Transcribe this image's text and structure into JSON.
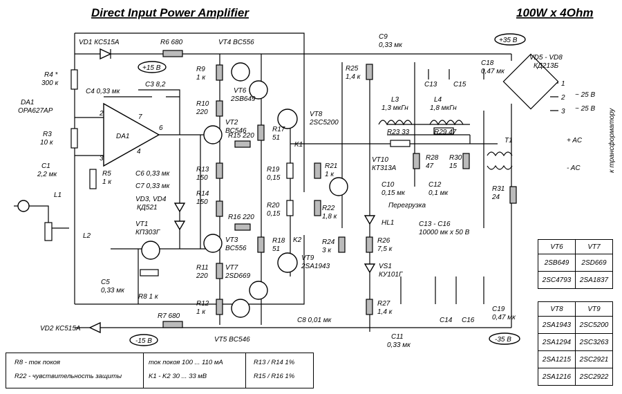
{
  "title": "Direct Input Power Amplifier",
  "subtitle": "100W x 4Ohm",
  "labels": {
    "vd1": "VD1  КС515А",
    "r6": "R6  680",
    "vt4": "VT4  BC556",
    "c9a": "C9",
    "c9b": "0,33 мк",
    "p35": "+35 В",
    "vd58a": "VD5 - VD8",
    "vd58b": "КД213Б",
    "r4a": "R4 *",
    "r4b": "300 к",
    "p15": "+15 В",
    "c4": "C4  0,33 мк",
    "c3": "C3  8,2",
    "r9a": "R9",
    "r9b": "1 к",
    "vt6a": "VT6",
    "vt6b": "2SB649",
    "r25a": "R25",
    "r25b": "1,4 к",
    "c18a": "C18",
    "c18b": "0,47 мк",
    "c13": "C13",
    "c15": "C15",
    "da1a": "DA1",
    "da1b": "OPA627AP",
    "da1c": "DA1",
    "r10a": "R10",
    "r10b": "220",
    "vt2a": "VT2",
    "vt2b": "BC546",
    "vt8a": "VT8",
    "vt8b": "2SC5200",
    "l3a": "L3",
    "l3b": "1,3 мкГн",
    "l4a": "L4",
    "l4b": "1,8 мкГн",
    "r23": "R23  33",
    "r29": "R29  47",
    "o1": "1",
    "o2": "2",
    "o3": "3",
    "o25a": "~ 25 В",
    "o25b": "~ 25 В",
    "side": "к трансформатору",
    "r3a": "R3",
    "r3b": "10 к",
    "r17a": "R17",
    "r17b": "51",
    "r15": "R15  220",
    "k1": "K1",
    "t1": "T1",
    "ac1": "+ AC",
    "ac2": "- AC",
    "c1a": "C1",
    "c1b": "2,2 мк",
    "r5a": "R5",
    "r5b": "1 к",
    "c6": "C6  0,33 мк",
    "c7": "C7  0,33 мк",
    "r13a": "R13",
    "r13b": "150",
    "r19a": "R19",
    "r19b": "0,15",
    "r21a": "R21",
    "r21b": "1 к",
    "vt10a": "VT10",
    "vt10b": "КТ313А",
    "r28a": "R28",
    "r28b": "47",
    "r30a": "R30",
    "r30b": "15",
    "c10a": "C10",
    "c10b": "0,15 мк",
    "c12a": "C12",
    "c12b": "0,1 мк",
    "r31a": "R31",
    "r31b": "24",
    "l1": "L1",
    "vd34a": "VD3, VD4",
    "vd34b": "КД521",
    "r14a": "R14",
    "r14b": "150",
    "r20a": "R20",
    "r20b": "0,15",
    "r22a": "R22",
    "r22b": "1,8 к",
    "overload": "Перегрузка",
    "vt1a": "VT1",
    "vt1b": "КП303Г",
    "r16": "R16  220",
    "hl1": "HL1",
    "c1316a": "C13 - C16",
    "c1316b": "10000 мк x 50 В",
    "l2": "L2",
    "k2": "K2",
    "vt3a": "VT3",
    "vt3b": "BC556",
    "r18a": "R18",
    "r18b": "51",
    "r24a": "R24",
    "r24b": "3 к",
    "r26a": "R26",
    "r26b": "7,5 к",
    "r11a": "R11",
    "r11b": "220",
    "vt7a": "VT7",
    "vt7b": "2SD669",
    "vt9a": "VT9",
    "vt9b": "2SA1943",
    "vs1a": "VS1",
    "vs1b": "КУ101Г",
    "c5a": "C5",
    "c5b": "0,33 мк",
    "r8": "R8  1 к",
    "r12a": "R12",
    "r12b": "1 к",
    "r27a": "R27",
    "r27b": "1,4 к",
    "c14": "C14",
    "c16": "C16",
    "c19a": "C19",
    "c19b": "0,47 мк",
    "c8": "C8  0,01 мк",
    "vd2": "VD2  КС515А",
    "r7": "R7  680",
    "m15": "-15 В",
    "vt5": "VT5  BC546",
    "c11a": "C11",
    "c11b": "0,33 мк",
    "m35": "-35 В",
    "p2": "2",
    "p3": "3",
    "p4": "4",
    "p6": "6",
    "p7": "7"
  },
  "notes": {
    "r8": "R8 - ток покоя",
    "r22": "R22 - чувствительность защиты",
    "iq": "ток покоя 100 ... 110 мА",
    "k": "K1 - K2  30 ... 33 мВ",
    "r1314": "R13 / R14  1%",
    "r1516": "R15 / R16  1%"
  },
  "table1": {
    "header": [
      "VT6",
      "VT7"
    ],
    "rows": [
      [
        "2SB649",
        "2SD669"
      ],
      [
        "2SC4793",
        "2SA1837"
      ]
    ]
  },
  "table2": {
    "header": [
      "VT8",
      "VT9"
    ],
    "rows": [
      [
        "2SA1943",
        "2SC5200"
      ],
      [
        "2SA1294",
        "2SC3263"
      ],
      [
        "2SA1215",
        "2SC2921"
      ],
      [
        "2SA1216",
        "2SC2922"
      ]
    ]
  }
}
